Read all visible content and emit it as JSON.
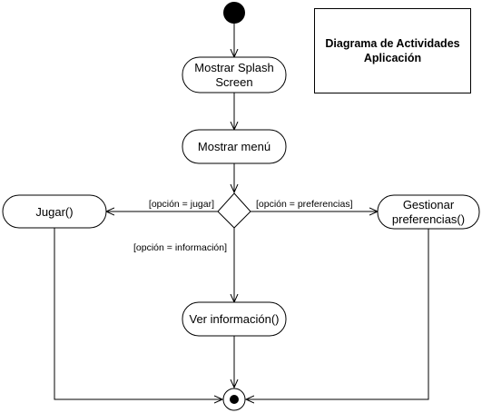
{
  "title": {
    "line1": "Diagrama de Actividades",
    "line2": "Aplicación"
  },
  "activities": {
    "splash": [
      "Mostrar Splash",
      "Screen"
    ],
    "menu": "Mostrar menú",
    "jugar": "Jugar()",
    "preferencias": [
      "Gestionar",
      "preferencias()"
    ],
    "informacion": "Ver información()"
  },
  "guards": {
    "jugar": "[opción = jugar]",
    "preferencias": "[opción = preferencias]",
    "informacion": "[opción = información]"
  }
}
